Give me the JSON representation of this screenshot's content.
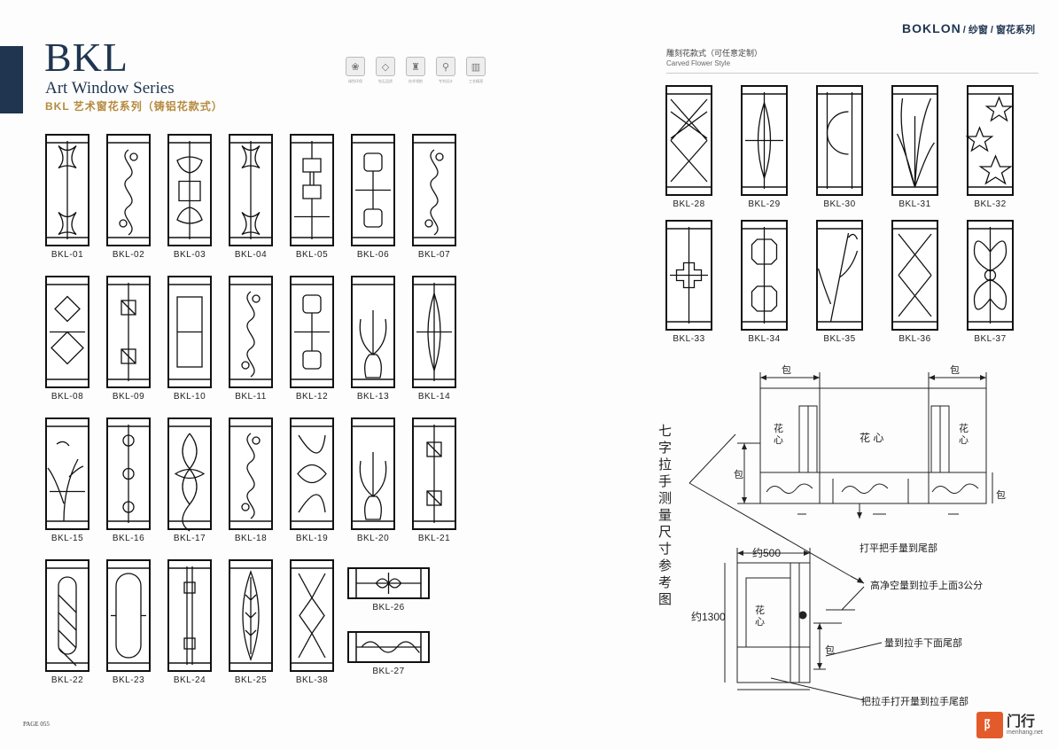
{
  "header": {
    "title_big": "BKL",
    "title_series": "Art Window Series",
    "title_cn": "BKL 艺术窗花系列（铸铝花款式）",
    "brand": "BOKLON",
    "brand_sub": "/ 纱窗 / 窗花系列"
  },
  "features": [
    {
      "icon": "leaf-icon",
      "glyph": "❀",
      "label": "绿色环保"
    },
    {
      "icon": "diamond-icon",
      "glyph": "◇",
      "label": "钻石品质"
    },
    {
      "icon": "trophy-icon",
      "glyph": "♜",
      "label": "技术领航"
    },
    {
      "icon": "compass-icon",
      "glyph": "⚲",
      "label": "专利设计"
    },
    {
      "icon": "factory-icon",
      "glyph": "▥",
      "label": "工艺精湛"
    }
  ],
  "cast_windows": [
    {
      "code": "BKL-01",
      "pattern": "knot"
    },
    {
      "code": "BKL-02",
      "pattern": "scroll"
    },
    {
      "code": "BKL-03",
      "pattern": "ornament"
    },
    {
      "code": "BKL-04",
      "pattern": "knot"
    },
    {
      "code": "BKL-05",
      "pattern": "fret"
    },
    {
      "code": "BKL-06",
      "pattern": "medallion"
    },
    {
      "code": "BKL-07",
      "pattern": "scroll"
    },
    {
      "code": "BKL-08",
      "pattern": "diamond"
    },
    {
      "code": "BKL-09",
      "pattern": "squares"
    },
    {
      "code": "BKL-10",
      "pattern": "frame"
    },
    {
      "code": "BKL-11",
      "pattern": "scroll"
    },
    {
      "code": "BKL-12",
      "pattern": "medallion"
    },
    {
      "code": "BKL-13",
      "pattern": "vase"
    },
    {
      "code": "BKL-14",
      "pattern": "lens"
    },
    {
      "code": "BKL-15",
      "pattern": "branch"
    },
    {
      "code": "BKL-16",
      "pattern": "chain"
    },
    {
      "code": "BKL-17",
      "pattern": "loop"
    },
    {
      "code": "BKL-18",
      "pattern": "scroll"
    },
    {
      "code": "BKL-19",
      "pattern": "ribbon"
    },
    {
      "code": "BKL-20",
      "pattern": "vase"
    },
    {
      "code": "BKL-21",
      "pattern": "squares"
    },
    {
      "code": "BKL-22",
      "pattern": "twist"
    },
    {
      "code": "BKL-23",
      "pattern": "oval"
    },
    {
      "code": "BKL-24",
      "pattern": "rod"
    },
    {
      "code": "BKL-25",
      "pattern": "feather"
    },
    {
      "code": "BKL-38",
      "pattern": "hourglass"
    }
  ],
  "horizontal_windows": [
    {
      "code": "BKL-26",
      "pattern": "hknot"
    },
    {
      "code": "BKL-27",
      "pattern": "hscroll"
    }
  ],
  "carved_style": {
    "title_cn": "雕刻花款式（可任意定制）",
    "title_en": "Carved Flower Style"
  },
  "carved_windows": [
    {
      "code": "BKL-28",
      "pattern": "lattice"
    },
    {
      "code": "BKL-29",
      "pattern": "lens"
    },
    {
      "code": "BKL-30",
      "pattern": "moon"
    },
    {
      "code": "BKL-31",
      "pattern": "grass"
    },
    {
      "code": "BKL-32",
      "pattern": "stars"
    },
    {
      "code": "BKL-33",
      "pattern": "cross"
    },
    {
      "code": "BKL-34",
      "pattern": "octagons"
    },
    {
      "code": "BKL-35",
      "pattern": "orchid"
    },
    {
      "code": "BKL-36",
      "pattern": "xx"
    },
    {
      "code": "BKL-37",
      "pattern": "heart"
    }
  ],
  "diagram": {
    "title": "七字拉手测量尺寸参考图",
    "bao": "包",
    "huaxin": "花 心",
    "huaxin_small": "花\n心",
    "approx500": "约500",
    "approx1300": "约1300",
    "note1": "打平把手量到尾部",
    "note2": "高净空量到拉手上面3公分",
    "note3": "量到拉手下面尾部",
    "note4": "把拉手打开量到拉手尾部"
  },
  "footer": {
    "page": "PAGE 055",
    "logo_mark": "阝",
    "logo_text": "门行",
    "logo_domain": "menhang.net"
  }
}
